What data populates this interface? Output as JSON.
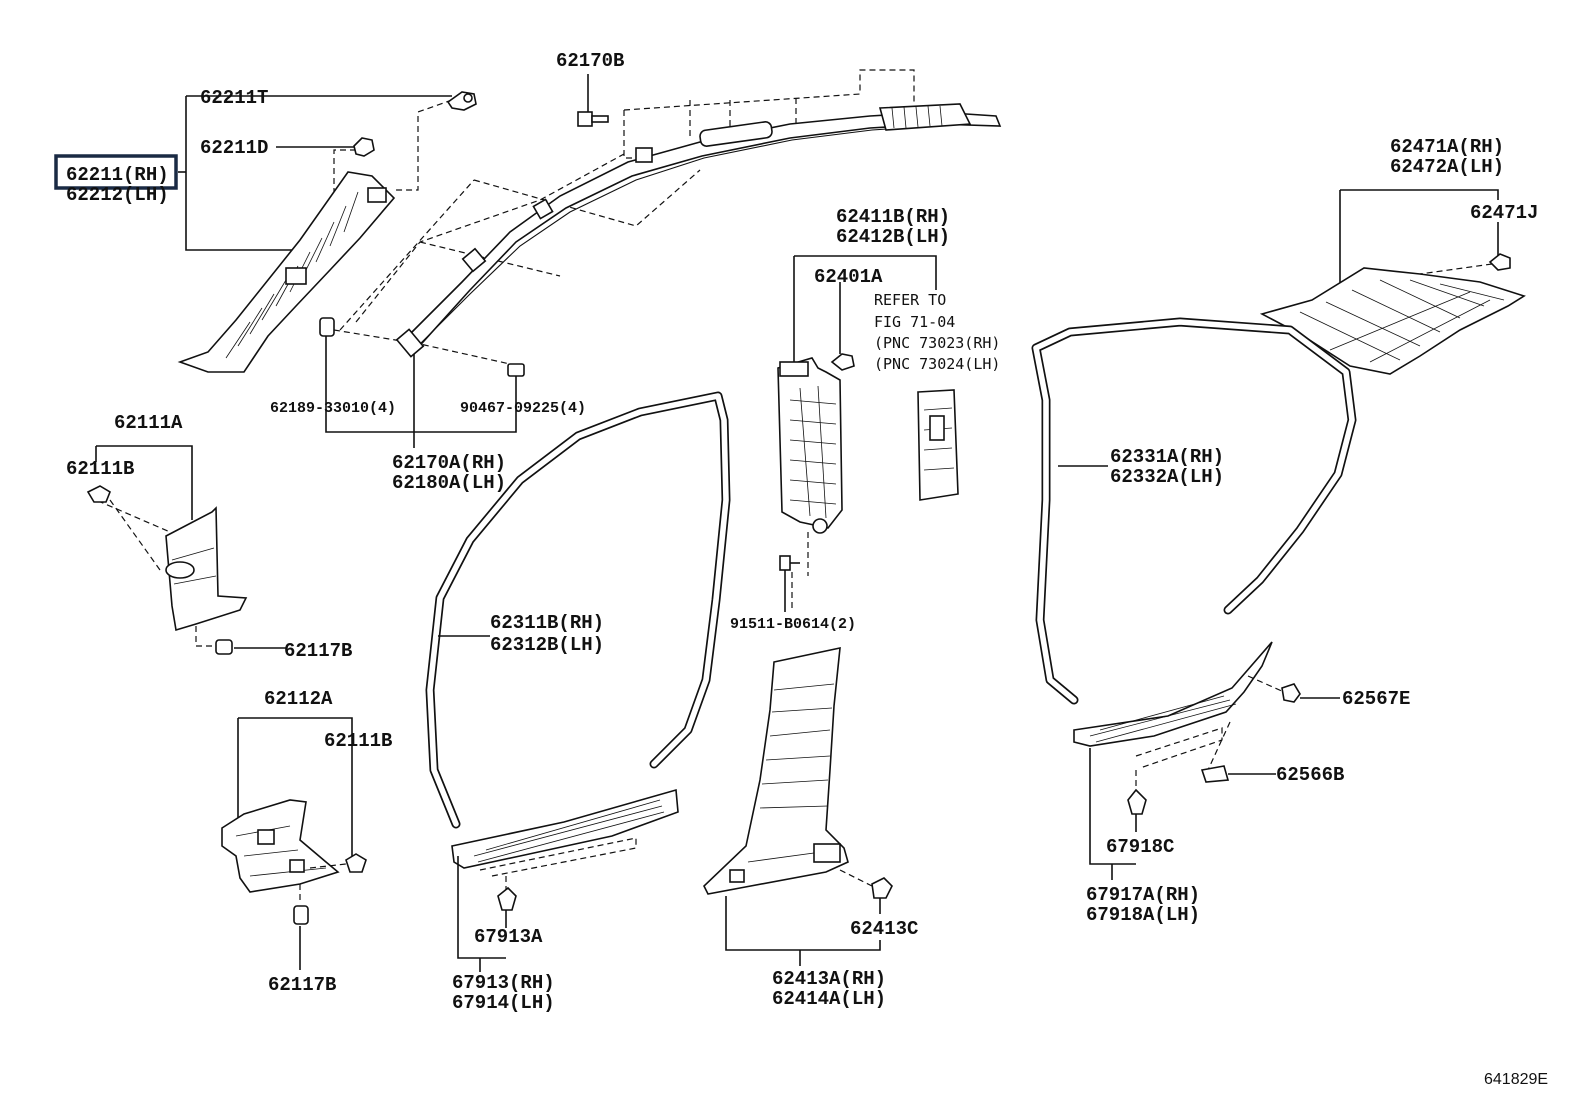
{
  "labels": {
    "p62211T": "62211T",
    "p62211D": "62211D",
    "p62211": "62211(RH)",
    "p62212": "62212(LH)",
    "p62170B": "62170B",
    "p62189": "62189-33010(4)",
    "p90467": "90467-09225(4)",
    "p62170A": "62170A(RH)",
    "p62180A": "62180A(LH)",
    "p62411B": "62411B(RH)",
    "p62412B": "62412B(LH)",
    "p62401A": "62401A",
    "p62471A": "62471A(RH)",
    "p62472A": "62472A(LH)",
    "p62471J": "62471J",
    "p62111A": "62111A",
    "p62111B_top": "62111B",
    "p62117B_top": "62117B",
    "p62311B": "62311B(RH)",
    "p62312B": "62312B(LH)",
    "p91511": "91511-B0614(2)",
    "p62331A": "62331A(RH)",
    "p62332A": "62332A(LH)",
    "p62567E": "62567E",
    "p62566B": "62566B",
    "p62112A": "62112A",
    "p62111B_bottom": "62111B",
    "p62117B_bottom": "62117B",
    "p67913A": "67913A",
    "p67913": "67913(RH)",
    "p67914": "67914(LH)",
    "p62413C": "62413C",
    "p62413A": "62413A(RH)",
    "p62414A": "62414A(LH)",
    "p67918C": "67918C",
    "p67917A": "67917A(RH)",
    "p67918A": "67918A(LH)"
  },
  "refer_note": {
    "line1": "REFER TO",
    "line2": "FIG 71-04",
    "line3": "(PNC 73023(RH)",
    "line4": "(PNC 73024(LH)"
  },
  "highlighted_part": "62211(RH)",
  "diagram_code": "641829E"
}
